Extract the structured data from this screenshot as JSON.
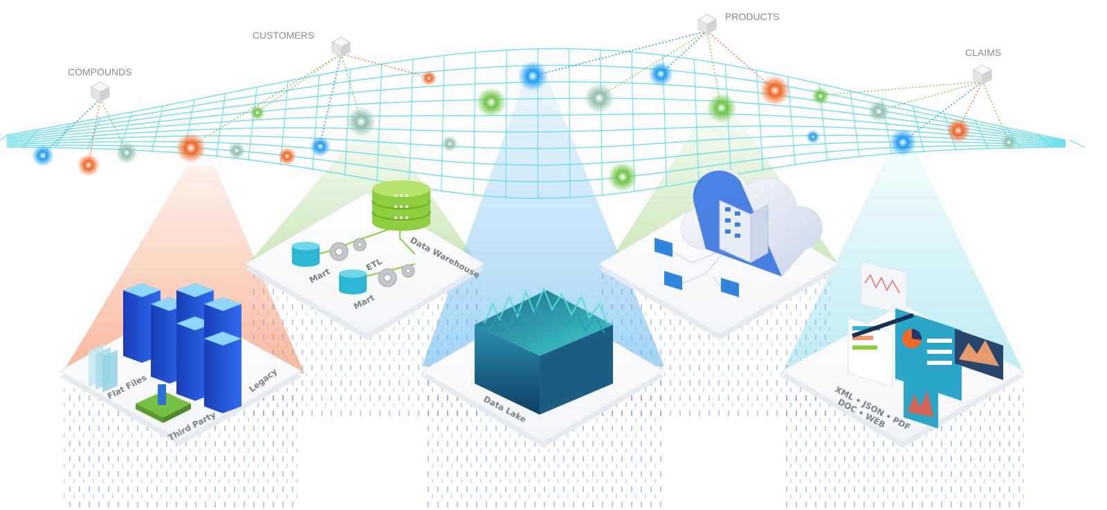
{
  "entities": [
    {
      "id": "compounds",
      "label": "COMPOUNDS"
    },
    {
      "id": "customers",
      "label": "CUSTOMERS"
    },
    {
      "id": "products",
      "label": "PRODUCTS"
    },
    {
      "id": "claims",
      "label": "CLAIMS"
    }
  ],
  "sources": {
    "legacy": {
      "flat_files": "Flat Files",
      "third_party": "Third Party",
      "legacy": "Legacy"
    },
    "warehouse": {
      "mart_1": "Mart",
      "mart_2": "Mart",
      "etl": "ETL",
      "data_warehouse": "Data Warehouse"
    },
    "lake": {
      "data_lake": "Data Lake"
    },
    "documents": {
      "formats_line1": "XML • JSON • PDF",
      "formats_line2": "DOC • WEB"
    }
  },
  "colors": {
    "mesh": "#4fd9e6",
    "node_blue": "#1e9bf0",
    "node_green": "#6cc644",
    "node_orange": "#f26522",
    "node_gray": "#8fbfae",
    "link_orange": "#f07a3a",
    "link_green": "#8cc850",
    "link_blue": "#2a9bd8",
    "label_gray": "#8a8a8a",
    "tile_text": "#7a7f86",
    "server_blue": "#1e4fd1",
    "warehouse_green": "#8ccf3e",
    "mart_cyan": "#2bb6d4"
  },
  "icons": {
    "entity": "cube-icon",
    "warehouse": "database-icon",
    "gear": "gear-icon",
    "cloud": "cloud-server-icon",
    "monitor": "monitor-icon"
  }
}
